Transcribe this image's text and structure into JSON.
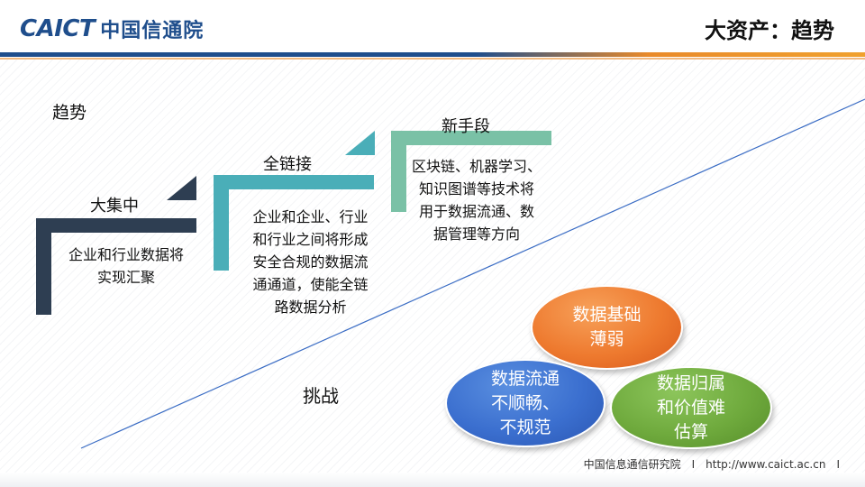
{
  "header": {
    "logo_en": "CAICT",
    "logo_cn": "中国信通院",
    "title": "大资产：趋势"
  },
  "trend_label": "趋势",
  "challenge_label": "挑战",
  "steps": [
    {
      "title": "大集中",
      "desc": "企业和行业数据将\n实现汇聚",
      "color": "#2e3e52"
    },
    {
      "title": "全链接",
      "desc": "企业和企业、行业\n和行业之间将形成\n安全合规的数据流\n通通道，使能全链\n路数据分析",
      "color": "#4aaeb8"
    },
    {
      "title": "新手段",
      "desc": "区块链、机器学习、\n知识图谱等技术将\n用于数据流通、数\n据管理等方向",
      "color": "#7ac1a6"
    }
  ],
  "challenges": [
    {
      "text": "数据基础\n薄弱",
      "color": "#ee7a2f"
    },
    {
      "text": "数据流通\n不顺畅、\n不规范",
      "color": "#3b6fcf"
    },
    {
      "text": "数据归属\n和价值难\n估算",
      "color": "#6faa3d"
    }
  ],
  "footer": {
    "text": "中国信息通信研究院　I　http://www.caict.ac.cn　I"
  }
}
